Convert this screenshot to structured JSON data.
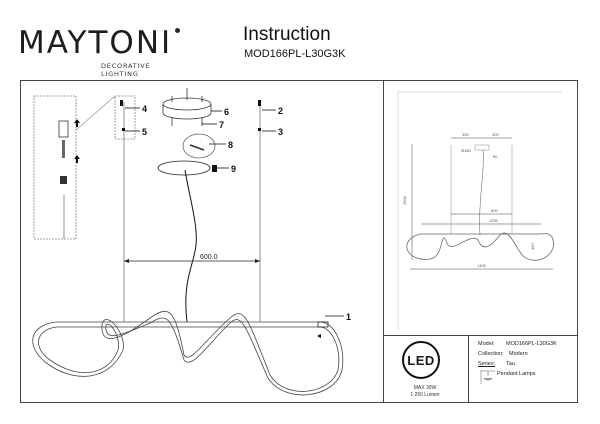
{
  "header": {
    "brand": "MAYTONI",
    "brand_tagline": "DECORATIVE LIGHTING",
    "title": "Instruction",
    "model_code": "MOD166PL-L30G3K"
  },
  "colors": {
    "brand_accent": "#3a1f3a",
    "line": "#444444",
    "text": "#1a1a1a"
  },
  "assembly_diagram": {
    "callouts": [
      "1",
      "2",
      "3",
      "4",
      "5",
      "6",
      "7",
      "8",
      "9"
    ],
    "dimension_label": "600.0"
  },
  "dimension_drawing": {
    "labels": {
      "canopy_offset_left": "300",
      "canopy_offset_right": "300",
      "canopy_diameter": "Ø180",
      "canopy_height": "50",
      "overall_height": "1500",
      "suspension_span": "600",
      "bar_length": "1250",
      "loop_height": "450",
      "overall_length": "1400"
    }
  },
  "spec": {
    "led_badge": "LED",
    "power": "MAX 30W",
    "lumen": "1 250 Lumen"
  },
  "product_info": {
    "model_label": "Model:",
    "model_value": "MOD166PL-L30G3K",
    "collection_label": "Collection:",
    "collection_value": "Modern",
    "series_label": "Series:",
    "series_value": "Tau",
    "type_value": "Pendant Lamps",
    "type_icon": "pendant-lamp-icon"
  }
}
